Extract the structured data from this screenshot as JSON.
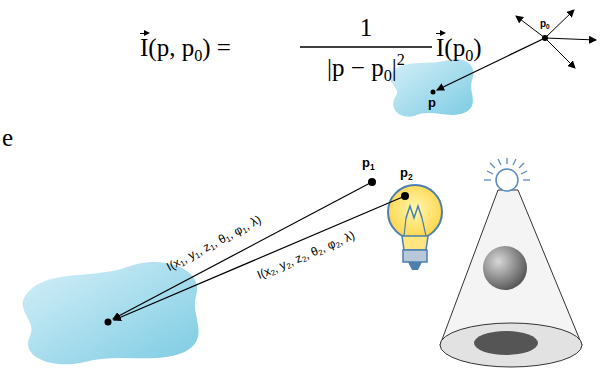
{
  "diagram": {
    "labels": [
      "I",
      "(p, p",
      "0",
      ") =",
      "1",
      "|p − p",
      "0",
      "|",
      "2",
      "I",
      "(p",
      "0",
      ")",
      "e",
      "p",
      "0",
      "p",
      "p",
      "1",
      "p",
      "2",
      "I(x",
      "1",
      ", y",
      "1",
      ", z",
      "1",
      ", θ",
      "1",
      ", φ",
      "1",
      ", λ)",
      "I(x",
      "2",
      ", y",
      "2",
      ", z",
      "2",
      ", θ",
      "2",
      ", φ",
      "2",
      ", λ)"
    ]
  }
}
